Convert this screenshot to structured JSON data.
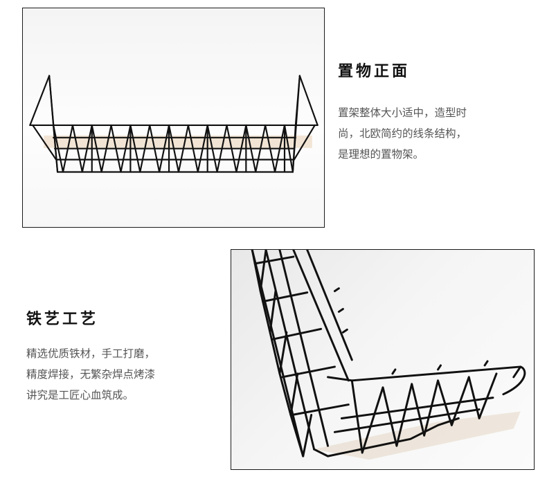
{
  "sections": {
    "front": {
      "title": "置物正面",
      "lines": [
        "置架整体大小适中，造型时",
        "尚，北欧简约的线条结构，",
        "是理想的置物架。"
      ],
      "photo_icon": "wire-basket-front-icon"
    },
    "craft": {
      "title": "铁艺工艺",
      "lines": [
        "精选优质铁材，手工打磨，",
        "精度焊接，无繁杂焊点烤漆",
        "讲究是工匠心血筑成。"
      ],
      "photo_icon": "wire-basket-closeup-icon"
    }
  },
  "colors": {
    "wire": "#111111",
    "heading": "#111111",
    "text": "#555555",
    "frame": "#1a1a1a",
    "shadow": "#e6c9a8"
  }
}
